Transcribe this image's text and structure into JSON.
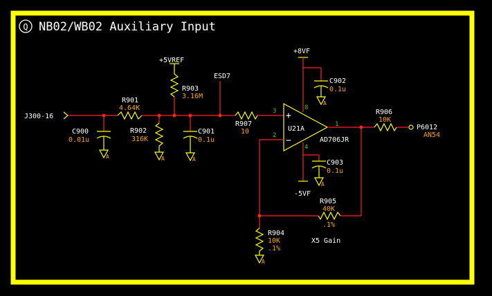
{
  "title": {
    "badge": "Q",
    "text": "NB02/WB02 Auxiliary Input"
  },
  "supplies": {
    "pos5vref": "+5VREF",
    "pos8vf": "+8VF",
    "neg5vf": "-5VF"
  },
  "nets": {
    "input": "J300-16",
    "esd": "ESD7",
    "output_ref": "P6012",
    "output_net": "AN54"
  },
  "ground_symbol": "A",
  "components": {
    "r901": {
      "ref": "R901",
      "value": "4.64K"
    },
    "r902": {
      "ref": "R902",
      "value": "316K"
    },
    "r903": {
      "ref": "R903",
      "value": "3.16M"
    },
    "r904": {
      "ref": "R904",
      "value": "10K",
      "tol": ".1%"
    },
    "r905": {
      "ref": "R905",
      "value": "40K",
      "tol": ".1%"
    },
    "r906": {
      "ref": "R906",
      "value": "10K"
    },
    "r907": {
      "ref": "R907",
      "value": "10"
    },
    "c900": {
      "ref": "C900",
      "value": "0.01u"
    },
    "c901": {
      "ref": "C901",
      "value": "0.1u"
    },
    "c902": {
      "ref": "C902",
      "value": "0.1u"
    },
    "c903": {
      "ref": "C903",
      "value": "0.1u"
    },
    "u21a": {
      "ref": "U21A",
      "part": "AD706JR",
      "pin_noninv": "3",
      "pin_inv": "2",
      "pin_out": "1",
      "pin_vpos": "8",
      "pin_vneg": "4",
      "plus": "+",
      "minus": "−"
    }
  },
  "gain_note": "X5 Gain"
}
